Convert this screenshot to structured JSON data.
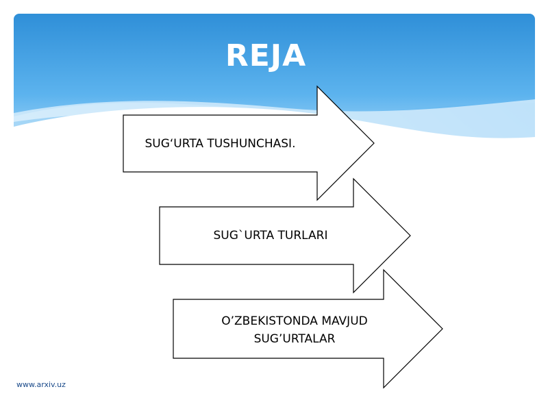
{
  "slide": {
    "title": "REJA",
    "items": [
      {
        "label": "SUG‘URTA  TUSHUNCHASI."
      },
      {
        "label": "SUG`URTA  TURLARI"
      },
      {
        "label_line1": "O’ZBEKISTONDA MAVJUD",
        "label_line2": "SUG’URTALAR"
      }
    ],
    "footer": "www.arxiv.uz"
  },
  "colors": {
    "sky_top": "#2f8fd8",
    "sky_bottom": "#bfe3fb",
    "arrow_fill": "#ffffff",
    "arrow_stroke": "#000000",
    "footer_text": "#1a4a8a"
  }
}
